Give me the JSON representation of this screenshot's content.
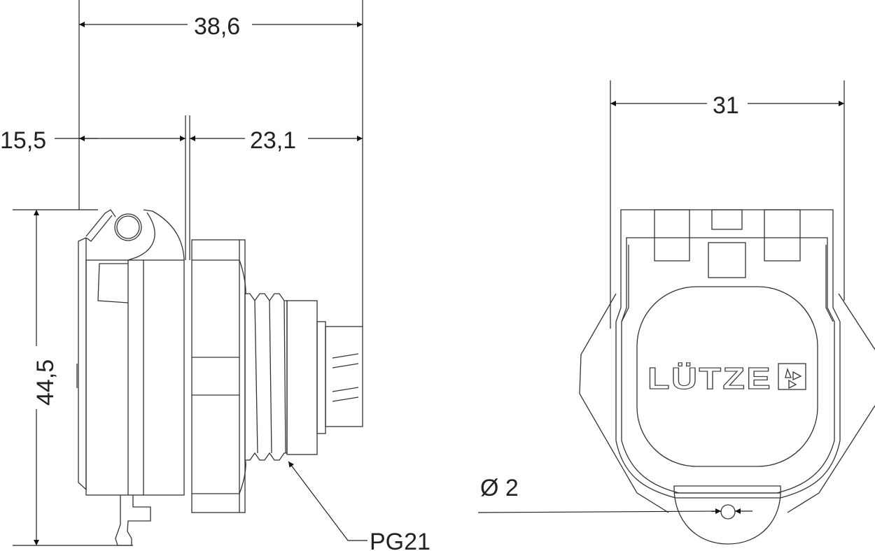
{
  "dimensions": {
    "overall_length": "38,6",
    "front_depth": "15,5",
    "rear_depth": "23,1",
    "height": "44,5",
    "width": "31",
    "hole_diameter": "Ø 2",
    "thread": "PG21"
  },
  "logo": {
    "text": "LÜTZE"
  },
  "colors": {
    "line": "#333333",
    "background": "#ffffff"
  }
}
